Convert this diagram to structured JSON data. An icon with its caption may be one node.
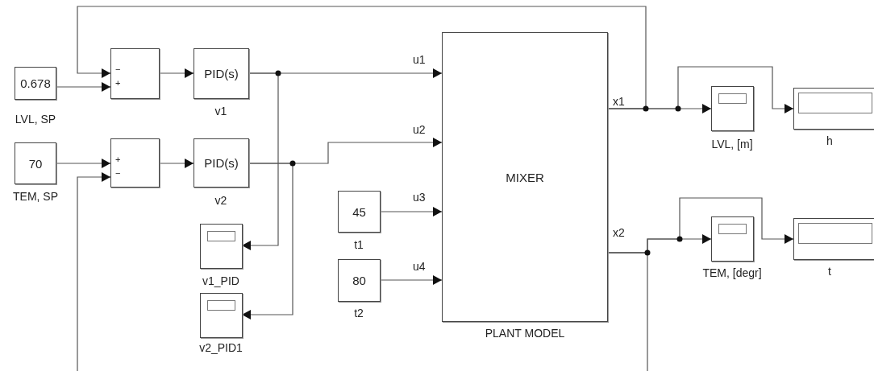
{
  "diagram": {
    "nodes": [
      {
        "text": [
          "0.678"
        ],
        "beside": [
          "LVL, SP"
        ]
      },
      {
        "text": [
          "−",
          "+"
        ]
      },
      {
        "text": [
          "PID(s)"
        ],
        "beside": [
          "v1"
        ]
      },
      {
        "text": [
          "70"
        ],
        "beside": [
          "TEM, SP"
        ]
      },
      {
        "text": [
          "+",
          "−"
        ]
      },
      {
        "text": [
          "PID(s)"
        ],
        "beside": [
          "v2"
        ]
      },
      {
        "text": [],
        "shape": "box",
        "beside": [
          "v1_PID"
        ]
      },
      {
        "text": [],
        "shape": "box",
        "beside": [
          "v2_PID1"
        ]
      },
      {
        "text": [
          "45"
        ],
        "beside": [
          "t1"
        ]
      },
      {
        "text": [
          "80"
        ],
        "beside": [
          "t2"
        ]
      },
      {
        "text": [
          "MIXER"
        ],
        "beside": [
          "PLANT MODEL"
        ]
      },
      {
        "text": [],
        "shape": "box",
        "beside": [
          "LVL, [m]"
        ]
      },
      {
        "text": [],
        "shape": "box",
        "beside": [
          "h"
        ]
      },
      {
        "text": [],
        "shape": "box",
        "beside": [
          "TEM, [degr]"
        ]
      },
      {
        "text": [],
        "shape": "box",
        "beside": [
          "t"
        ]
      }
    ],
    "edges": [
      {
        "from": 0,
        "to": 1,
        "arrow": "to"
      },
      {
        "from": 1,
        "to": 2,
        "arrow": "to"
      },
      {
        "from": 2,
        "to": 10,
        "arrow": "to",
        "label": "u1"
      },
      {
        "from": 2,
        "to": 6,
        "arrow": "to"
      },
      {
        "from": 3,
        "to": 4,
        "arrow": "to"
      },
      {
        "from": 4,
        "to": 5,
        "arrow": "to"
      },
      {
        "from": 5,
        "to": 10,
        "arrow": "to",
        "label": "u2"
      },
      {
        "from": 5,
        "to": 7,
        "arrow": "to"
      },
      {
        "from": 8,
        "to": 10,
        "arrow": "to",
        "label": "u3"
      },
      {
        "from": 9,
        "to": 10,
        "arrow": "to",
        "label": "u4"
      },
      {
        "from": 10,
        "to": 11,
        "arrow": "to",
        "label": "x1"
      },
      {
        "from": 10,
        "to": 12,
        "arrow": "to"
      },
      {
        "from": 10,
        "to": 1,
        "arrow": "to"
      },
      {
        "from": 10,
        "to": 13,
        "arrow": "to",
        "label": "x2"
      },
      {
        "from": 10,
        "to": 14,
        "arrow": "to"
      },
      {
        "from": 10,
        "to": 4,
        "arrow": "to"
      }
    ]
  }
}
